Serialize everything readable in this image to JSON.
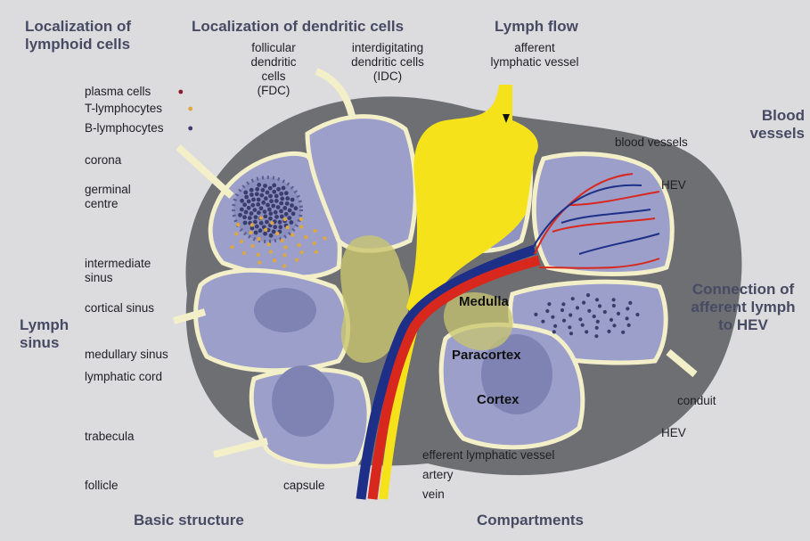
{
  "headings": {
    "localization_lymphoid": "Localization of\nlymphoid cells",
    "localization_dendritic": "Localization of dendritic cells",
    "lymph_flow": "Lymph flow",
    "blood_vessels": "Blood\nvessels",
    "connection": "Connection of\nafferent lymph\nto HEV",
    "lymph_sinus": "Lymph\nsinus",
    "basic_structure": "Basic structure",
    "compartments": "Compartments"
  },
  "cell_legend": {
    "plasma_cells": "plasma cells",
    "t_lymphocytes": "T-lymphocytes",
    "b_lymphocytes": "B-lymphocytes"
  },
  "dendritic": {
    "fdc": "follicular\ndendritic\ncells\n(FDC)",
    "idc": "interdigitating\ndendritic cells\n(IDC)"
  },
  "labels": {
    "afferent": "afferent\nlymphatic vessel",
    "blood_vessels": "blood vessels",
    "hev_top": "HEV",
    "corona": "corona",
    "germinal_centre": "germinal\ncentre",
    "intermediate_sinus": "intermediate\nsinus",
    "cortical_sinus": "cortical sinus",
    "medullary_sinus": "medullary sinus",
    "lymphatic_cord": "lymphatic cord",
    "trabecula": "trabecula",
    "follicle": "follicle",
    "capsule": "capsule",
    "efferent": "efferent lymphatic vessel",
    "artery": "artery",
    "vein": "vein",
    "conduit": "conduit",
    "hev_bottom": "HEV"
  },
  "compartments": {
    "medulla": "Medulla",
    "paracortex": "Paracortex",
    "cortex": "Cortex"
  },
  "colors": {
    "background": "#dcdcde",
    "capsule": "#6e6f73",
    "trabecula": "#f3efc8",
    "lobule": "#9b9fca",
    "follicle": "#7f83b4",
    "lymph": "#f6e21b",
    "artery": "#d8281e",
    "vein": "#1d2f86",
    "heading": "#474a63"
  }
}
